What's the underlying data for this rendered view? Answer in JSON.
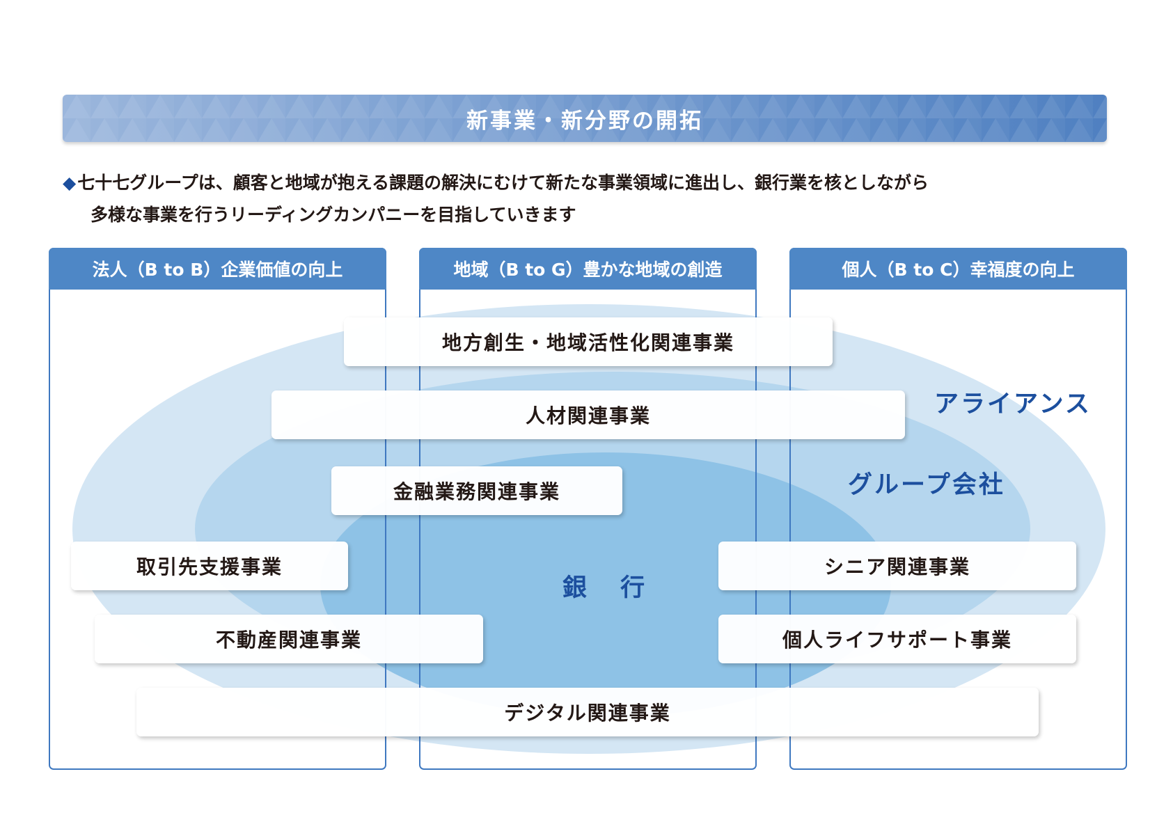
{
  "banner": {
    "title": "新事業・新分野の開拓"
  },
  "intro": {
    "marker": "◆",
    "line1": "七十七グループは、顧客と地域が抱える課題の解決にむけて新たな事業領域に進出し、銀行業を核としながら",
    "line2": "多様な事業を行うリーディングカンパニーを目指していきます"
  },
  "columns": [
    {
      "header": "法人（B to B）企業価値の向上"
    },
    {
      "header": "地域（B to G）豊かな地域の創造"
    },
    {
      "header": "個人（B to C）幸福度の向上"
    }
  ],
  "zones": {
    "alliance": "アライアンス",
    "group": "グループ会社",
    "bank": "銀 行"
  },
  "businesses": {
    "regional": "地方創生・地域活性化関連事業",
    "hr": "人材関連事業",
    "financial": "金融業務関連事業",
    "client_support": "取引先支援事業",
    "senior": "シニア関連事業",
    "real_estate": "不動産関連事業",
    "life_support": "個人ライフサポート事業",
    "digital": "デジタル関連事業"
  },
  "colors": {
    "accent": "#1c4f9e",
    "header": "#4e87c6",
    "alliance_fill": "#d4e6f4",
    "group_fill": "#b5d6ee",
    "bank_fill": "#8ec2e6"
  }
}
